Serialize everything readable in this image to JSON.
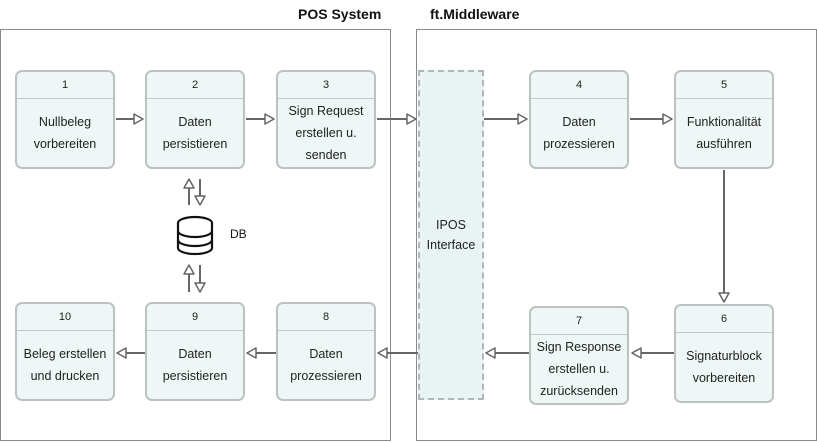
{
  "lanes": {
    "pos_title": "POS System",
    "middleware_title": "ft.Middleware"
  },
  "interface_label": "IPOS\nInterface",
  "db_label": "DB",
  "steps": [
    {
      "num": "1",
      "label": "Nullbeleg\nvorbereiten"
    },
    {
      "num": "2",
      "label": "Daten\npersistieren"
    },
    {
      "num": "3",
      "label": "Sign Request\nerstellen u.\nsenden"
    },
    {
      "num": "4",
      "label": "Daten\nprozessieren"
    },
    {
      "num": "5",
      "label": "Funktionalität\nausführen"
    },
    {
      "num": "6",
      "label": "Signaturblock\nvorbereiten"
    },
    {
      "num": "7",
      "label": "Sign Response\nerstellen u.\nzurücksenden"
    },
    {
      "num": "8",
      "label": "Daten\nprozessieren"
    },
    {
      "num": "9",
      "label": "Daten\npersistieren"
    },
    {
      "num": "10",
      "label": "Beleg erstellen\nund drucken"
    }
  ],
  "colors": {
    "box_fill": "#eef6f6",
    "box_border": "#bcc2c2",
    "arrow": "#666666",
    "lane_border": "#8a8a8a"
  }
}
